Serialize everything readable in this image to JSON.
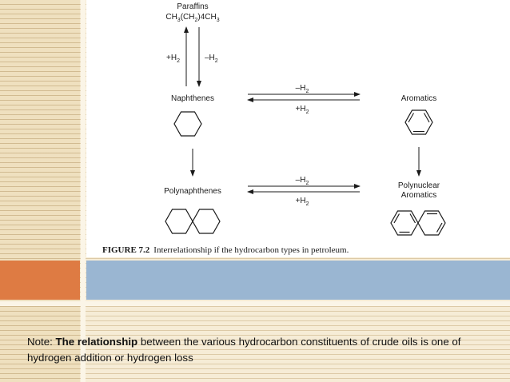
{
  "figure": {
    "paraffins": {
      "title": "Paraffins",
      "formula_a": "CH",
      "sub1": "3",
      "formula_b": "(CH",
      "sub2": "2",
      "formula_c": ")4CH",
      "sub3": "3"
    },
    "naphthenes": "Naphthenes",
    "aromatics": "Aromatics",
    "polynaphthenes": "Polynaphthenes",
    "polynuclear_line1": "Polynuclear",
    "polynuclear_line2": "Aromatics",
    "arrow_labels": {
      "plus": "+H",
      "minus": "–H",
      "sub": "2"
    },
    "caption_label": "FIGURE 7.2",
    "caption_text": "Interrelationship if the hydrocarbon types in petroleum."
  },
  "note": {
    "prefix": "Note: ",
    "bold": "The relationship",
    "rest": " between the various hydrocarbon constituents of crude oils is one of hydrogen addition or hydrogen loss"
  },
  "colors": {
    "background": "#f6ecd6",
    "accent_orange": "#de7b43",
    "accent_blue": "#9ab6d2"
  }
}
